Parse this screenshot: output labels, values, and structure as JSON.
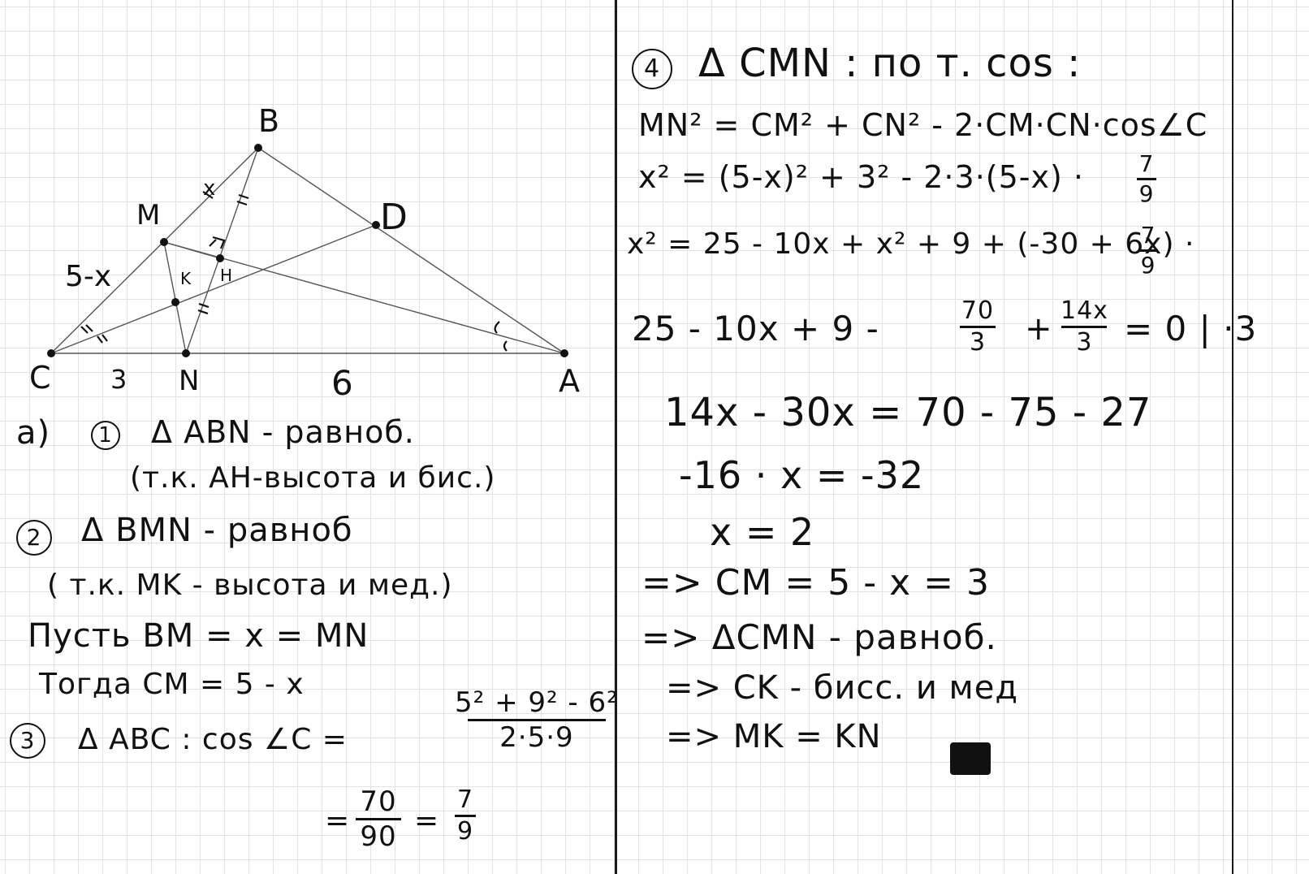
{
  "figure": {
    "points": {
      "B": "B",
      "M": "M",
      "D": "D",
      "C": "C",
      "N": "N",
      "A": "A",
      "K": "K",
      "H": "H"
    },
    "segment_labels": {
      "bm": "x",
      "cm": "5-x",
      "cn": "3",
      "na": "6"
    }
  },
  "left": {
    "a_prefix": "a)",
    "step1": {
      "num": "1",
      "line1": "Δ ABN - равноб.",
      "line2": "(т.к. AH-высота и бис.)"
    },
    "step2": {
      "num": "2",
      "line1": "Δ BMN - равноб",
      "line2": "( т.к. MK - высота и мед.)"
    },
    "let_line": "Пусть  BM = x = MN",
    "then_line": "Тогда     CM = 5 - x",
    "step3": {
      "num": "3",
      "lhs": "Δ ABC :  cos ∠C =",
      "frac_num": "5² + 9² - 6²",
      "frac_den": "2·5·9",
      "eq2": "=",
      "frac2_num": "70",
      "frac2_den": "90",
      "eq3": "=",
      "frac3_num": "7",
      "frac3_den": "9"
    }
  },
  "right": {
    "step4": {
      "num": "4",
      "title": "Δ CMN :   по т. cos :"
    },
    "line1": "MN² = CM² + CN² - 2·CM·CN·cos∠C",
    "line2_lhs": "x² = (5-x)² + 3² - 2·3·(5-x) ·",
    "line2_frac_num": "7",
    "line2_frac_den": "9",
    "line3_lhs": "x² = 25 - 10x + x² + 9 + (-30 + 6x) ·",
    "line3_frac_num": "7",
    "line3_frac_den": "9",
    "line4_a": "25 - 10x + 9 -",
    "line4_f1_num": "70",
    "line4_f1_den": "3",
    "line4_plus": "+",
    "line4_f2_num": "14x",
    "line4_f2_den": "3",
    "line4_end": "= 0 | ·3",
    "line5": "14x - 30x = 70 - 75 - 27",
    "line6": "-16 · x = -32",
    "line7": "x = 2",
    "line8": "=> CM = 5 - x = 3",
    "line9": "=> ΔCMN - равноб.",
    "line10": "=> CK - бисс. и мед",
    "line11": "=> MK = KN"
  },
  "colors": {
    "ink": "#111111",
    "grid": "#e3e3e3",
    "divider": "#1a1a1a"
  }
}
